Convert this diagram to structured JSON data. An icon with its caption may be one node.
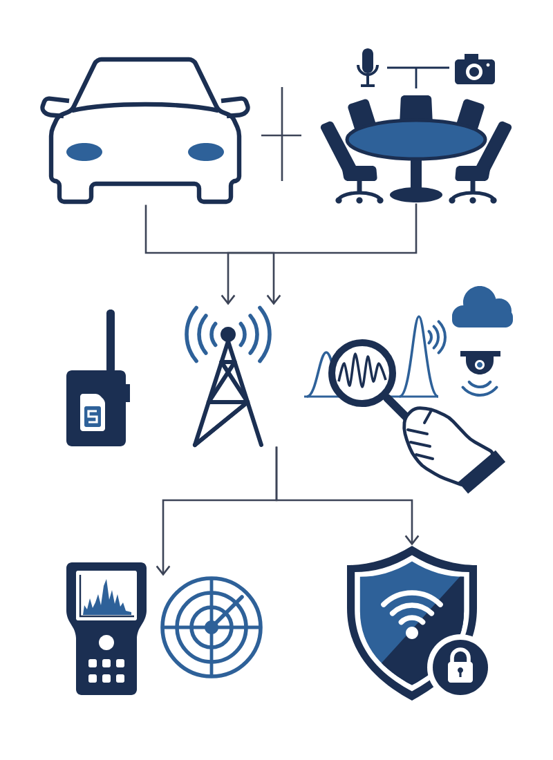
{
  "diagram": {
    "nodes": [
      {
        "text": [],
        "shape": "picture"
      },
      {
        "text": [],
        "shape": "picture"
      },
      {
        "text": [],
        "shape": "picture"
      },
      {
        "text": [],
        "shape": "picture"
      },
      {
        "text": [],
        "shape": "picture"
      },
      {
        "text": [],
        "shape": "picture"
      },
      {
        "text": [],
        "shape": "picture"
      },
      {
        "text": [],
        "shape": "picture"
      }
    ],
    "edges": [
      {
        "from": 0,
        "to": 3,
        "arrow": "to"
      },
      {
        "from": 1,
        "to": 3,
        "arrow": "to"
      },
      {
        "from": 3,
        "to": 6,
        "arrow": "to"
      },
      {
        "from": 3,
        "to": 7,
        "arrow": "to"
      }
    ]
  }
}
